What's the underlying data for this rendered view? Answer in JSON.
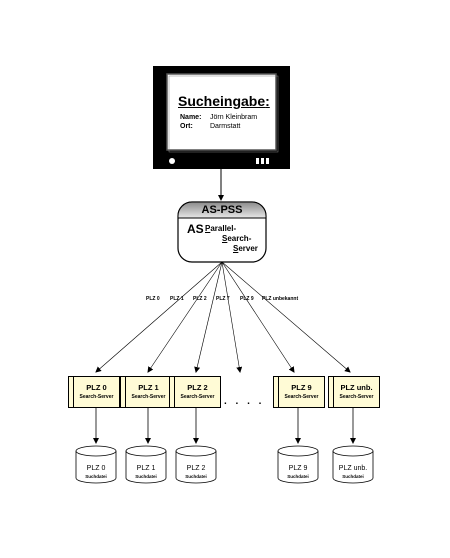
{
  "monitor": {
    "title": "Sucheingabe",
    "title_suffix": ":",
    "fields": [
      {
        "label": "Name:",
        "value": "Jörn Kleinbram"
      },
      {
        "label": "Ort:",
        "value": "Darmstatt"
      }
    ]
  },
  "central_server": {
    "title": "AS-PSS",
    "prefix": "AS",
    "lines": [
      {
        "first": "P",
        "rest": "arallel-"
      },
      {
        "first": "S",
        "rest": "earch-"
      },
      {
        "first": "S",
        "rest": "erver"
      }
    ]
  },
  "edge_labels": [
    "PLZ 0",
    "PLZ 1",
    "PLZ 2",
    "PLZ 7",
    "PLZ 9",
    "PLZ unbekannt"
  ],
  "servers": [
    {
      "name": "PLZ 0",
      "sub": "Search-Server"
    },
    {
      "name": "PLZ 1",
      "sub": "Search-Server"
    },
    {
      "name": "PLZ 2",
      "sub": "Search-Server"
    },
    {
      "name": "PLZ 9",
      "sub": "Search-Server"
    },
    {
      "name": "PLZ unb.",
      "sub": "Search-Server"
    }
  ],
  "ellipsis": ". . . .",
  "files": [
    {
      "name": "PLZ 0",
      "sub": "Suchdatei"
    },
    {
      "name": "PLZ 1",
      "sub": "Suchdatei"
    },
    {
      "name": "PLZ 2",
      "sub": "Suchdatei"
    },
    {
      "name": "PLZ 9",
      "sub": "Suchdatei"
    },
    {
      "name": "PLZ unb.",
      "sub": "Suchdatei"
    }
  ],
  "colors": {
    "server_fill": "#fffbd6",
    "monitor_frame": "#000000",
    "monitor_screen": "#ffffff"
  }
}
